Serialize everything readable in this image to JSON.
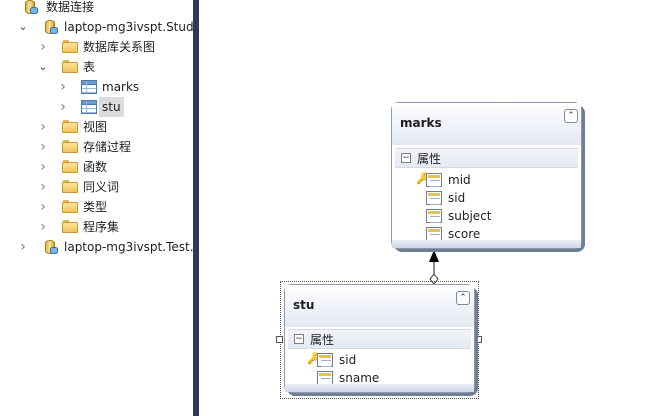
{
  "tree": {
    "root": {
      "label": "数据连接",
      "icon": "database-icon"
    },
    "connections": [
      {
        "label": "laptop-mg3ivspt.Stude",
        "expanded": true,
        "children": [
          {
            "label": "数据库关系图",
            "expanded": false
          },
          {
            "label": "表",
            "expanded": true,
            "tables": [
              {
                "label": "marks",
                "selected": false
              },
              {
                "label": "stu",
                "selected": true
              }
            ]
          },
          {
            "label": "视图",
            "expanded": false
          },
          {
            "label": "存储过程",
            "expanded": false
          },
          {
            "label": "函数",
            "expanded": false
          },
          {
            "label": "同义词",
            "expanded": false
          },
          {
            "label": "类型",
            "expanded": false
          },
          {
            "label": "程序集",
            "expanded": false
          }
        ]
      },
      {
        "label": "laptop-mg3ivspt.Test.c",
        "expanded": false
      }
    ]
  },
  "diagram": {
    "entities": [
      {
        "name": "marks",
        "properties_label": "属性",
        "columns": [
          {
            "name": "mid",
            "primary_key": true
          },
          {
            "name": "sid",
            "primary_key": false
          },
          {
            "name": "subject",
            "primary_key": false
          },
          {
            "name": "score",
            "primary_key": false
          }
        ]
      },
      {
        "name": "stu",
        "properties_label": "属性",
        "selected": true,
        "columns": [
          {
            "name": "sid",
            "primary_key": true
          },
          {
            "name": "sname",
            "primary_key": false
          }
        ]
      }
    ],
    "relationship": {
      "from": "stu",
      "to": "marks"
    }
  },
  "colors": {
    "splitter": "#2b3b55",
    "selection": "#dcdcdc",
    "entity_border": "#8f99ad",
    "entity_shadow": "#6f7d95"
  },
  "icons": {
    "expand": "chevron-right-icon",
    "collapse": "chevron-down-icon",
    "folder": "folder-icon",
    "table": "table-icon",
    "key": "key-icon",
    "column": "column-icon",
    "collapse_entity": "double-chevron-up-icon"
  }
}
